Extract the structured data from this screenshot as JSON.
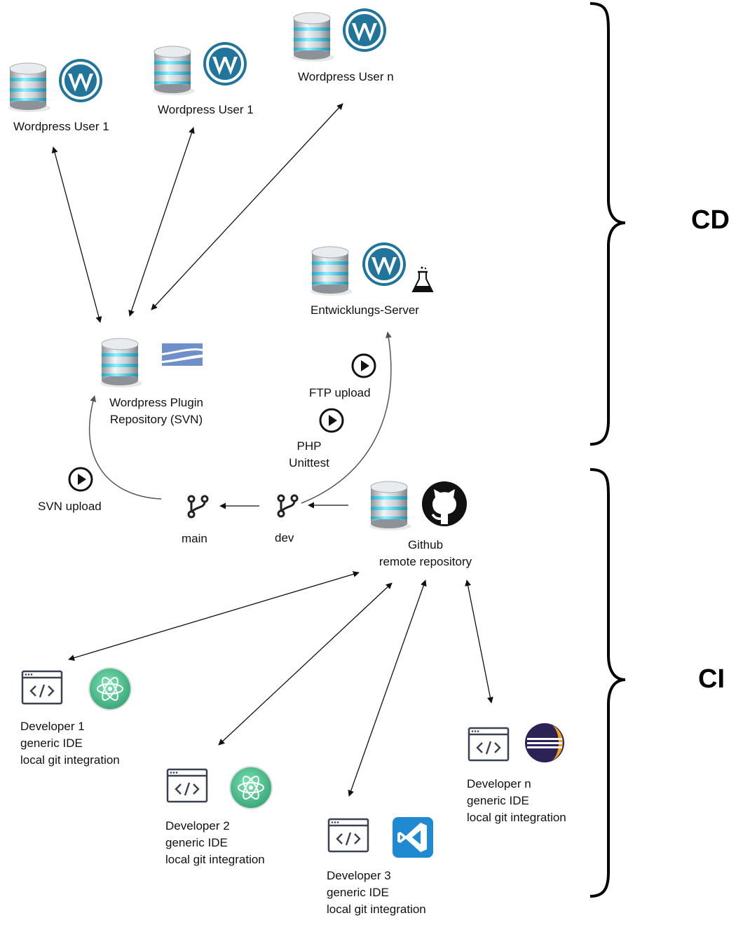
{
  "sections": {
    "cd": "CD",
    "ci": "CI"
  },
  "wp_users": [
    {
      "label": "Wordpress User 1"
    },
    {
      "label": "Wordpress User 1"
    },
    {
      "label": "Wordpress User n"
    }
  ],
  "plugin_repo": {
    "label": "Wordpress Plugin\nRepository (SVN)"
  },
  "dev_server": {
    "label": "Entwicklungs-Server"
  },
  "actions": {
    "ftp": "FTP upload",
    "phpunit": "PHP\nUnittest",
    "svn": "SVN upload"
  },
  "branches": {
    "main": "main",
    "dev": "dev"
  },
  "github": {
    "label": "Github\nremote repository"
  },
  "developers": [
    {
      "label": "Developer 1\ngeneric IDE\nlocal git integration",
      "ide": "atom-icon"
    },
    {
      "label": "Developer 2\ngeneric IDE\nlocal git integration",
      "ide": "atom-icon"
    },
    {
      "label": "Developer 3\ngeneric IDE\nlocal git integration",
      "ide": "vscode-icon"
    },
    {
      "label": "Developer n\ngeneric IDE\nlocal git integration",
      "ide": "eclipse-icon"
    }
  ],
  "colors": {
    "wordpress": "#21759b",
    "atom": "#3ec28f",
    "vscode": "#1f8ad2",
    "eclipse": "#2c2255",
    "svn": "#6e8fc9"
  }
}
